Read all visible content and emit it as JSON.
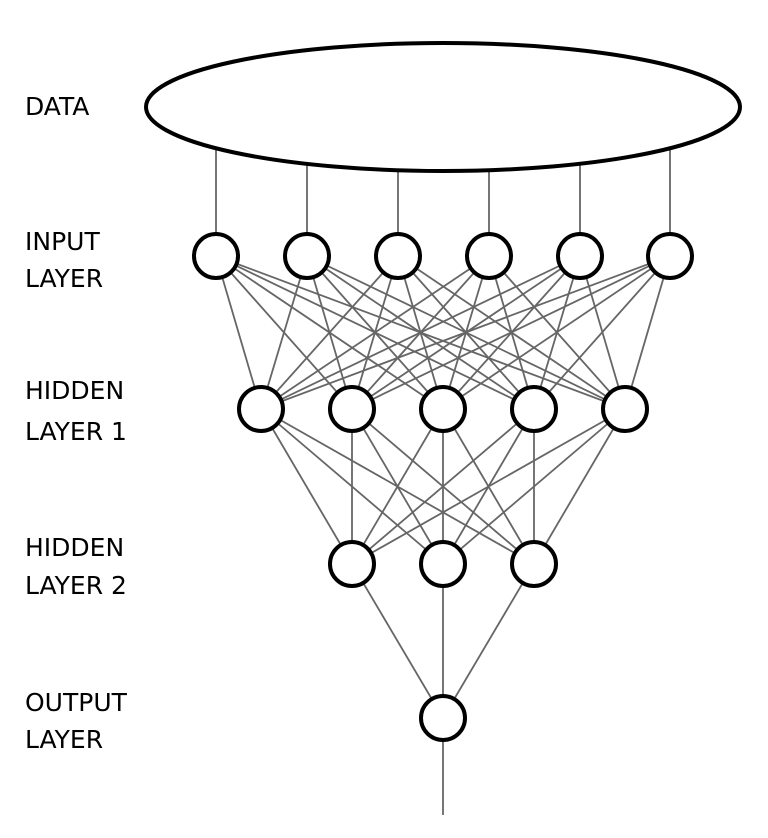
{
  "layers": [
    {
      "key": "data",
      "label_lines": [
        "DATA"
      ],
      "node_count": 0
    },
    {
      "key": "input",
      "label_lines": [
        "INPUT",
        "LAYER"
      ],
      "node_count": 6
    },
    {
      "key": "hidden1",
      "label_lines": [
        "HIDDEN",
        "LAYER 1"
      ],
      "node_count": 5
    },
    {
      "key": "hidden2",
      "label_lines": [
        "HIDDEN",
        "LAYER 2"
      ],
      "node_count": 3
    },
    {
      "key": "output",
      "label_lines": [
        "OUTPUT",
        "LAYER"
      ],
      "node_count": 1
    }
  ],
  "colors": {
    "node_stroke": "#000000",
    "edge_stroke": "#666666",
    "background": "#ffffff"
  }
}
